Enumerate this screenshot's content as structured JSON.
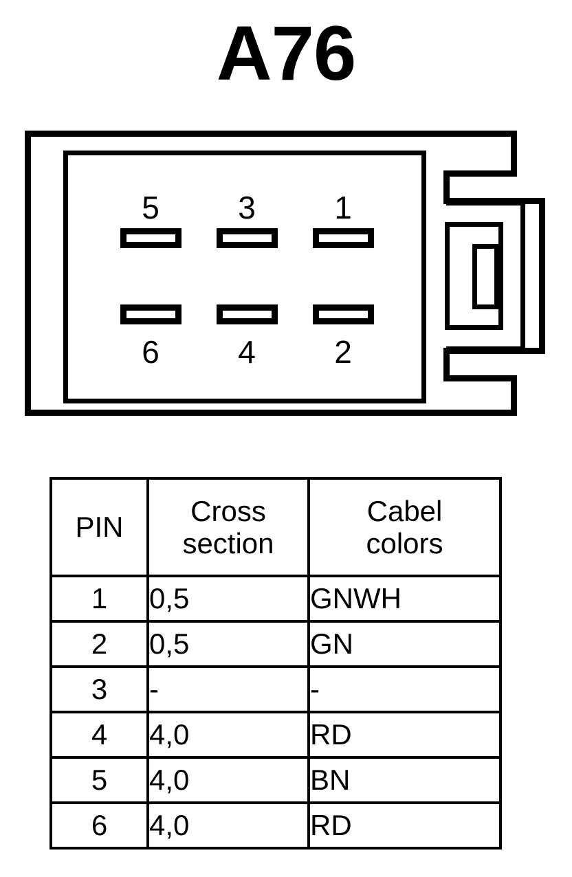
{
  "title": "A76",
  "diagram": {
    "name": "connector-housing-pinout",
    "description": "6-way connector housing front view with latch on right side",
    "pins": [
      {
        "number": "5",
        "row": "top",
        "column": 1
      },
      {
        "number": "3",
        "row": "top",
        "column": 2
      },
      {
        "number": "1",
        "row": "top",
        "column": 3
      },
      {
        "number": "6",
        "row": "bottom",
        "column": 1
      },
      {
        "number": "4",
        "row": "bottom",
        "column": 2
      },
      {
        "number": "2",
        "row": "bottom",
        "column": 3
      }
    ],
    "pin_labels": {
      "top": [
        "5",
        "3",
        "1"
      ],
      "bottom": [
        "6",
        "4",
        "2"
      ]
    },
    "line_color": "#000000",
    "fill_color": "#ffffff"
  },
  "table": {
    "headers": {
      "pin": {
        "line1": "PIN",
        "line2": ""
      },
      "cross_section": {
        "line1": "Cross",
        "line2": "section"
      },
      "cable_colors": {
        "line1": "Cabel",
        "line2": "colors"
      }
    },
    "rows": [
      {
        "pin": "1",
        "cross_section": "0,5",
        "cable_colors": "GNWH"
      },
      {
        "pin": "2",
        "cross_section": "0,5",
        "cable_colors": "GN"
      },
      {
        "pin": "3",
        "cross_section": "-",
        "cable_colors": "-"
      },
      {
        "pin": "4",
        "cross_section": "4,0",
        "cable_colors": "RD"
      },
      {
        "pin": "5",
        "cross_section": "4,0",
        "cable_colors": "BN"
      },
      {
        "pin": "6",
        "cross_section": "4,0",
        "cable_colors": "RD"
      }
    ]
  }
}
